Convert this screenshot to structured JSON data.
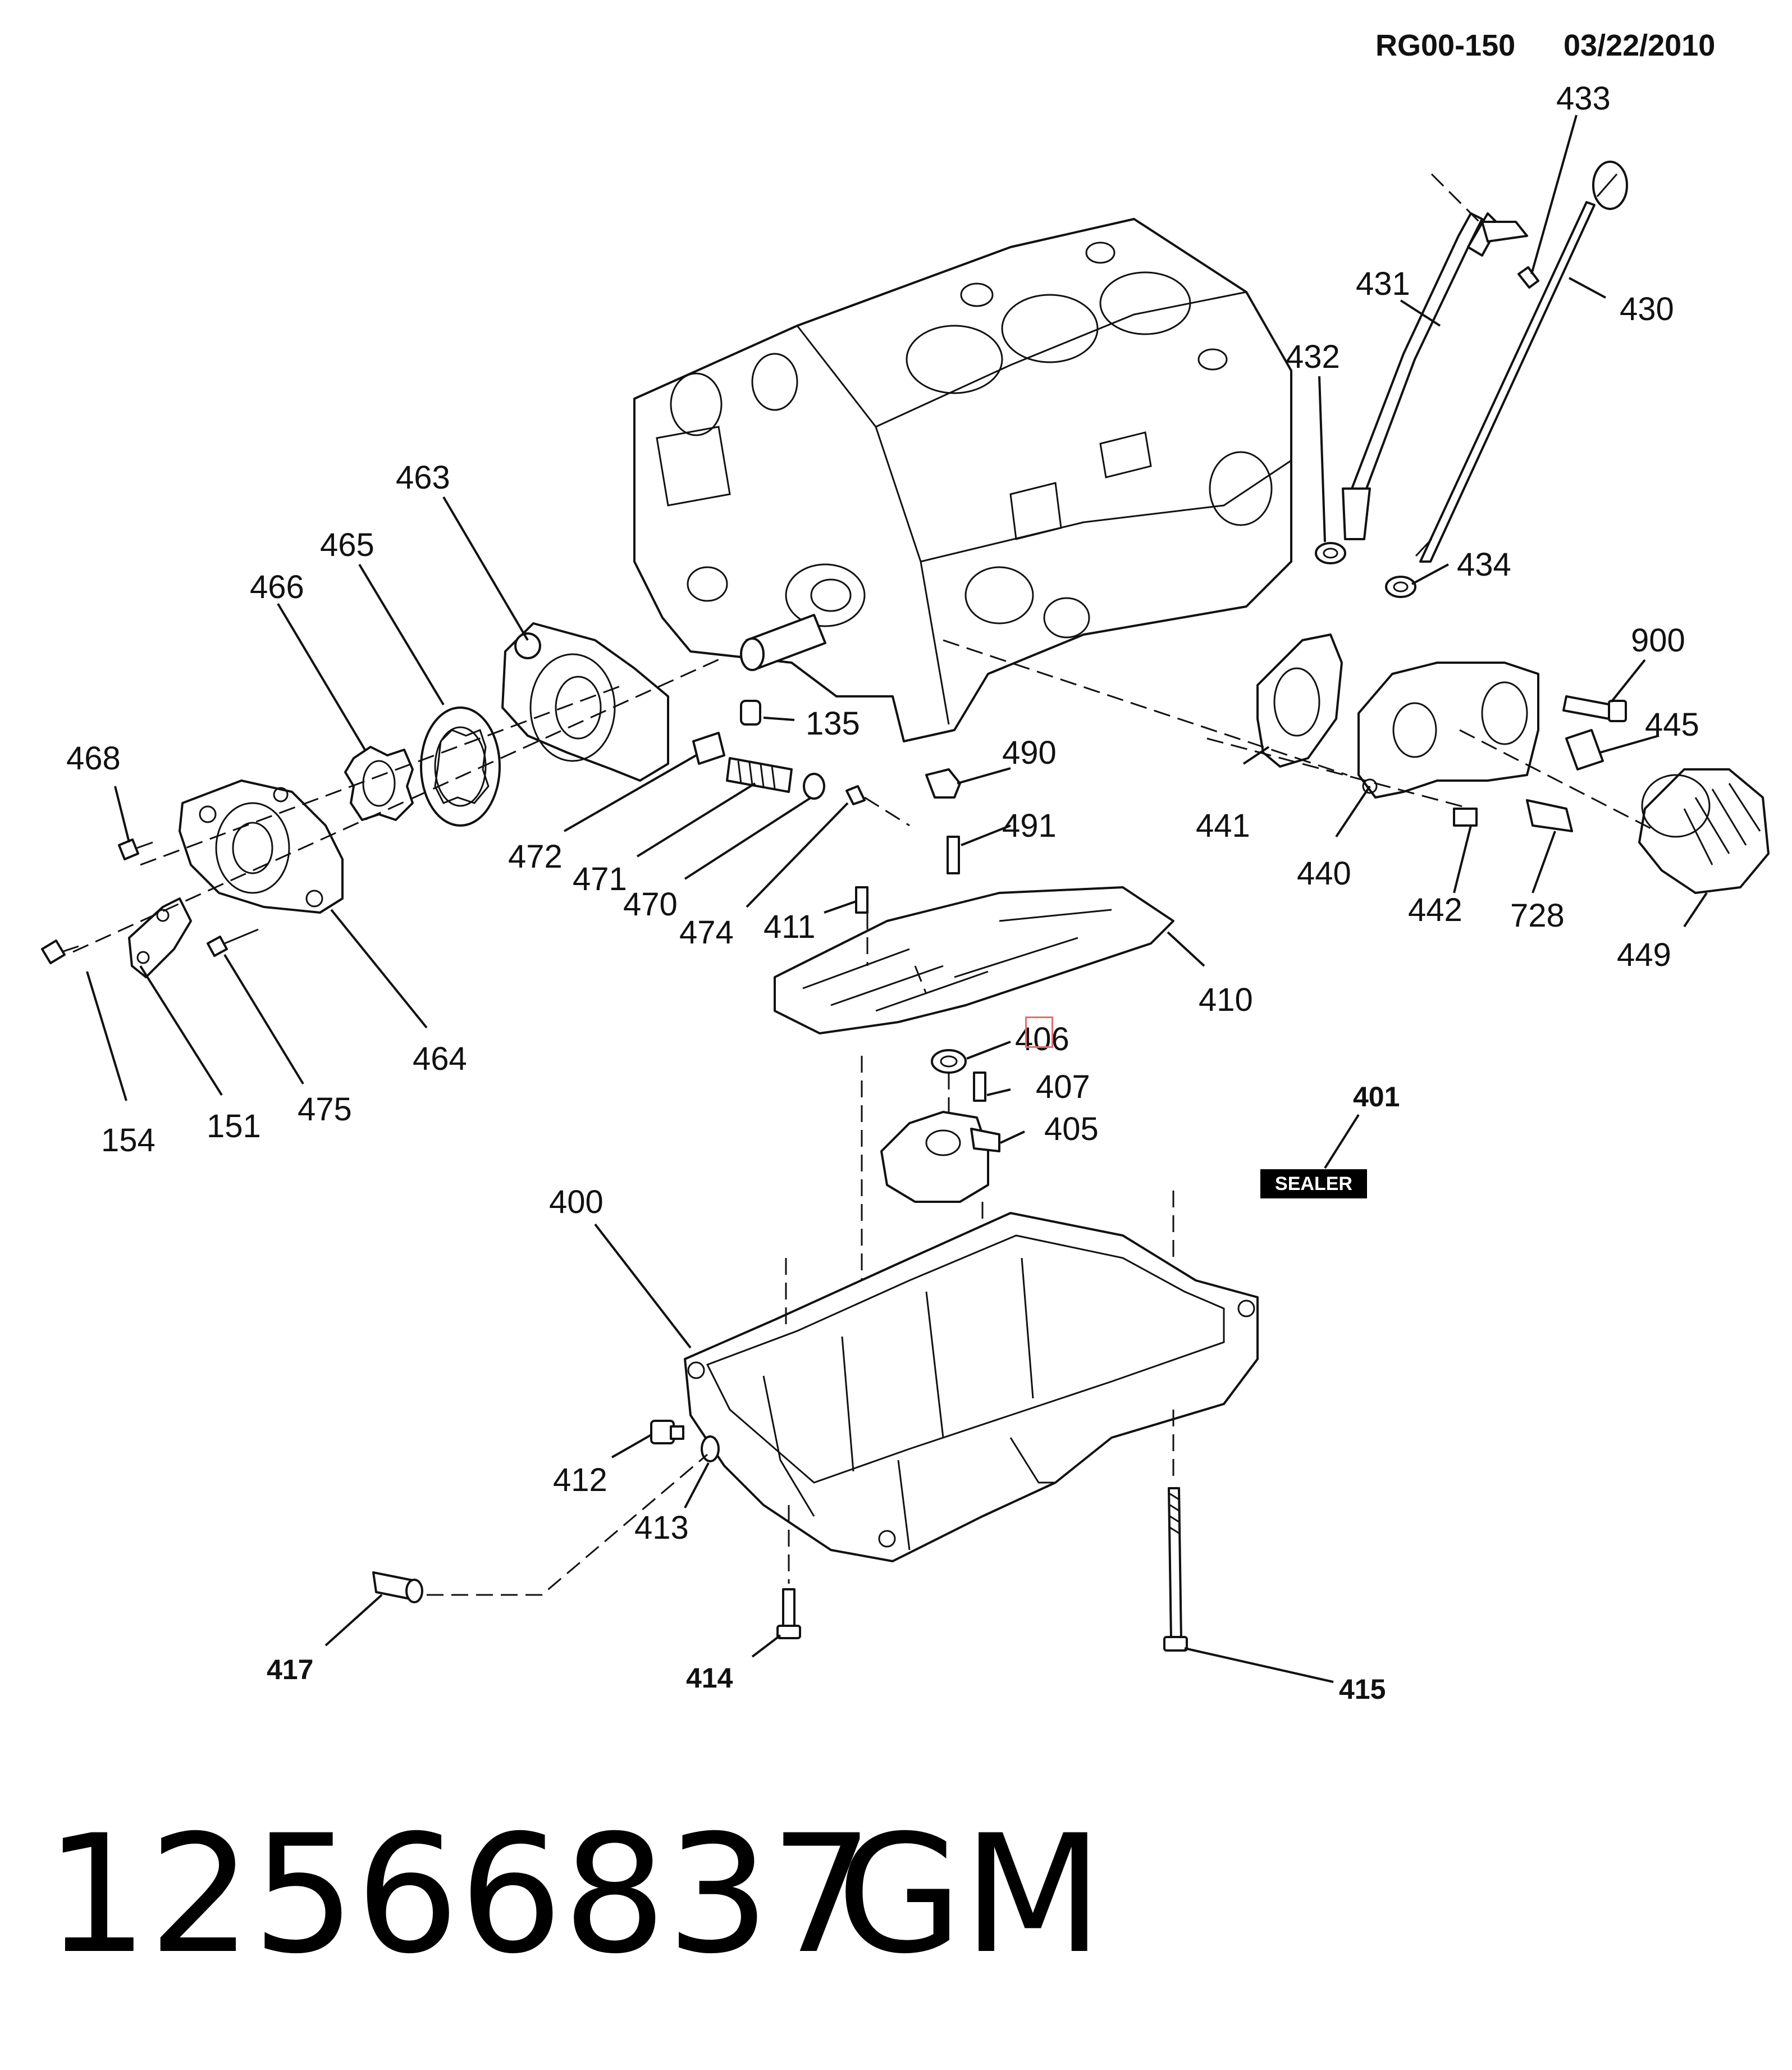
{
  "header": {
    "ref_code": "RG00-150",
    "date": "03/22/2010"
  },
  "sealer_tag": "SEALER",
  "part_number": "12566837",
  "brand": "GM",
  "callouts": {
    "c433": "433",
    "c431": "431",
    "c430": "430",
    "c432": "432",
    "c434": "434",
    "c463": "463",
    "c465": "465",
    "c466": "466",
    "c468": "468",
    "c135": "135",
    "c900": "900",
    "c445": "445",
    "c490": "490",
    "c491": "491",
    "c441": "441",
    "c440": "440",
    "c442": "442",
    "c728": "728",
    "c449": "449",
    "c472": "472",
    "c471": "471",
    "c470": "470",
    "c474": "474",
    "c411": "411",
    "c410": "410",
    "c406": "406",
    "c407": "407",
    "c405": "405",
    "c401": "401",
    "c400": "400",
    "c154": "154",
    "c151": "151",
    "c475": "475",
    "c464": "464",
    "c412": "412",
    "c413": "413",
    "c417": "417",
    "c414": "414",
    "c415": "415"
  }
}
